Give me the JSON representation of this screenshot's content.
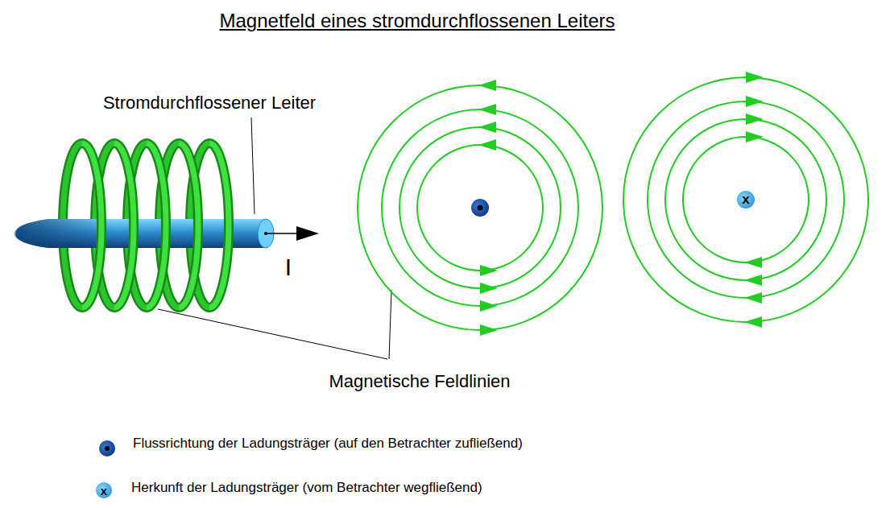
{
  "diagram": {
    "title": "Magnetfeld eines stromdurchflossenen Leiters",
    "labels": [
      "Stromdurchflossener Leiter",
      "I",
      "Magnetische Feldlinien",
      "x",
      "x"
    ],
    "legend": [
      {
        "text": "Flussrichtung der Ladungsträger (auf den Betrachter zufließend)"
      },
      {
        "text": "Herkunft der Ladungsträger (vom Betrachter wegfließend)"
      }
    ]
  }
}
